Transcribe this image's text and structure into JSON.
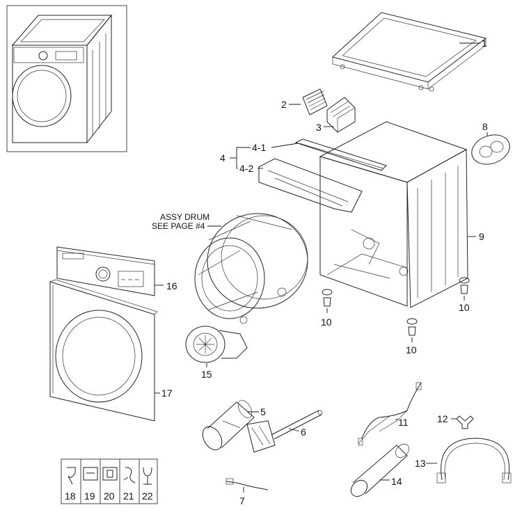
{
  "callouts": {
    "c1": "1",
    "c2": "2",
    "c3": "3",
    "c4": "4",
    "c4_1": "4-1",
    "c4_2": "4-2",
    "c5": "5",
    "c6": "6",
    "c7": "7",
    "c8": "8",
    "c9": "9",
    "c10a": "10",
    "c10b": "10",
    "c10c": "10",
    "c11": "11",
    "c12": "12",
    "c13": "13",
    "c14": "14",
    "c15": "15",
    "c16": "16",
    "c17": "17",
    "c18": "18",
    "c19": "19",
    "c20": "20",
    "c21": "21",
    "c22": "22"
  },
  "drum_note": {
    "line1": "ASSY DRUM",
    "line2": "SEE PAGE #4"
  }
}
